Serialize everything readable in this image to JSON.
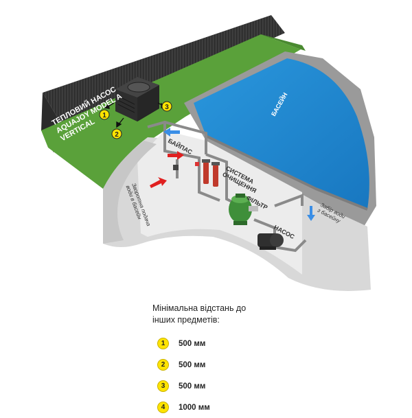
{
  "labels": {
    "heat_pump": [
      "ТЕПЛОВИЙ НАСОС",
      "AQUAJOY MODEL A",
      "VERTICAL"
    ],
    "pool": "БАСЕЙН",
    "bypass": "БАЙПАС",
    "cleaning_system": [
      "СИСТЕМА",
      "ОЧИЩЕННЯ"
    ],
    "filter": "ФІЛЬТР",
    "pump": "НАСОС",
    "reverse_supply": [
      "Зворотна подача",
      "води в басейн"
    ],
    "water_intake": [
      "Забір води",
      "з басейну"
    ]
  },
  "badges": [
    "1",
    "2",
    "3"
  ],
  "legend": {
    "title_lines": [
      "Мінімальна відстань до",
      "інших предметів:"
    ],
    "items": [
      {
        "number": "1",
        "value": "500 мм"
      },
      {
        "number": "2",
        "value": "500 мм"
      },
      {
        "number": "3",
        "value": "500 мм"
      },
      {
        "number": "4",
        "value": "1000 мм"
      }
    ]
  },
  "colors": {
    "wall": "#3a3a3a",
    "grass": "#5aa13a",
    "water": "#1e86cf",
    "ground": "#d9d9d9",
    "badge": "#ffe400",
    "arrow_red": "#e02020",
    "arrow_blue": "#3a8ee6"
  }
}
